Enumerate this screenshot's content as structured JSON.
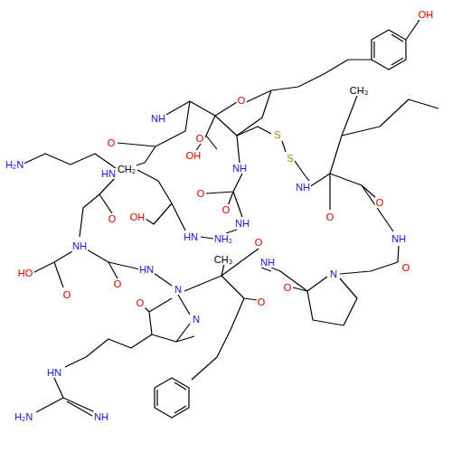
{
  "diagram": {
    "labels": [
      "OH",
      "NH",
      "O",
      "O",
      "OH",
      "S",
      "S",
      "CH₃",
      "O",
      "NH",
      "H₂N",
      "CH₂",
      "HN",
      "O",
      "OH",
      "O",
      "NH",
      "O",
      "NH",
      "O",
      "N",
      "O",
      "O",
      "NH",
      "HN",
      "NH₂",
      "HO",
      "NH",
      "O",
      "O",
      "HN",
      "N",
      "O",
      "NH",
      "O",
      "CH₃",
      "N",
      "O",
      "HN",
      "H₂N",
      "NH",
      "O"
    ]
  }
}
